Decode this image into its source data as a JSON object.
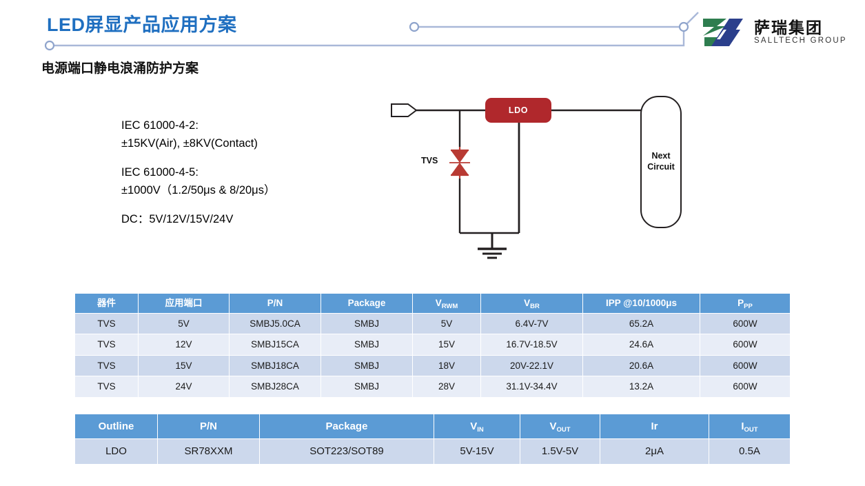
{
  "header": {
    "title": "LED屏显产品应用方案",
    "subtitle": "电源端口静电浪涌防护方案",
    "title_color": "#1f6fc0",
    "line_color": "#a9b8d8"
  },
  "logo": {
    "mark_name": "salltech-logo-mark",
    "cn_name": "萨瑞集团",
    "en_name": "SALLTECH GROUP",
    "green": "#2e7d4f",
    "blue": "#2b3f8c"
  },
  "spec": {
    "paragraphs": [
      [
        "IEC 61000-4-2:",
        "±15KV(Air), ±8KV(Contact)"
      ],
      [
        "IEC 61000-4-5:",
        "±1000V（1.2/50μs & 8/20μs）"
      ],
      [
        "DC：5V/12V/15V/24V"
      ]
    ]
  },
  "circuit": {
    "ldo_label": "LDO",
    "ldo_color": "#b0282c",
    "tvs_label": "TVS",
    "tvs_color": "#c0392b",
    "next_line1": "Next",
    "next_line2": "Circuit",
    "wire_color": "#231f20"
  },
  "table1": {
    "headers": [
      {
        "text": "器件",
        "sub": ""
      },
      {
        "text": "应用端口",
        "sub": ""
      },
      {
        "text": "P/N",
        "sub": ""
      },
      {
        "text": "Package",
        "sub": ""
      },
      {
        "text": "V",
        "sub": "RWM"
      },
      {
        "text": "V",
        "sub": "BR"
      },
      {
        "text": "IPP @10/1000μs",
        "sub": ""
      },
      {
        "text": "P",
        "sub": "PP"
      }
    ],
    "rows": [
      [
        "TVS",
        "5V",
        "SMBJ5.0CA",
        "SMBJ",
        "5V",
        "6.4V-7V",
        "65.2A",
        "600W"
      ],
      [
        "TVS",
        "12V",
        "SMBJ15CA",
        "SMBJ",
        "15V",
        "16.7V-18.5V",
        "24.6A",
        "600W"
      ],
      [
        "TVS",
        "15V",
        "SMBJ18CA",
        "SMBJ",
        "18V",
        "20V-22.1V",
        "20.6A",
        "600W"
      ],
      [
        "TVS",
        "24V",
        "SMBJ28CA",
        "SMBJ",
        "28V",
        "31.1V-34.4V",
        "13.2A",
        "600W"
      ]
    ],
    "header_bg": "#5b9bd5"
  },
  "table2": {
    "headers": [
      {
        "text": "Outline",
        "sub": ""
      },
      {
        "text": "P/N",
        "sub": ""
      },
      {
        "text": "Package",
        "sub": ""
      },
      {
        "text": "V",
        "sub": "IN"
      },
      {
        "text": "V",
        "sub": "OUT"
      },
      {
        "text": "Ir",
        "sub": ""
      },
      {
        "text": "I",
        "sub": "OUT"
      }
    ],
    "rows": [
      [
        "LDO",
        "SR78XXM",
        "SOT223/SOT89",
        "5V-15V",
        "1.5V-5V",
        "2μA",
        "0.5A"
      ]
    ],
    "header_bg": "#5b9bd5"
  }
}
